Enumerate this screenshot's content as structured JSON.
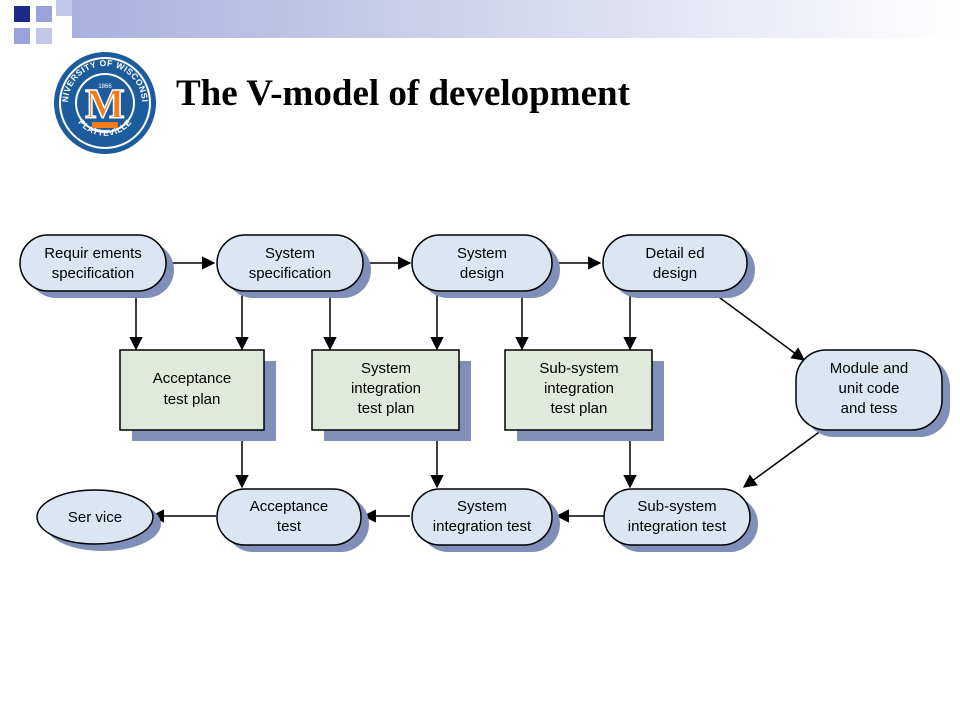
{
  "title": "The V-model of development",
  "logo": {
    "ring_text_top": "UNIVERSITY OF WISCONSIN",
    "ring_text_bottom": "PLATTEVILLE",
    "year": "1866",
    "letter": "M"
  },
  "colors": {
    "rounded_fill": "#dbe6f2",
    "box_fill": "#dfeadd",
    "shadow": "#7f8fb8",
    "accent_square_dark": "#1c2a8a",
    "accent_square_light": "#9aa3d9",
    "logo_blue": "#1d5c9c",
    "logo_orange": "#f07c1a"
  },
  "nodes": {
    "req_spec": [
      "Requir ements",
      "specification"
    ],
    "sys_spec": [
      "System",
      "specification"
    ],
    "sys_design": [
      "System",
      "design"
    ],
    "det_design": [
      "Detail ed",
      "design"
    ],
    "module": [
      "Module and",
      "unit code",
      "and tess"
    ],
    "acc_plan": [
      "Acceptance",
      "test plan"
    ],
    "sit_plan": [
      "System",
      "integration",
      "test plan"
    ],
    "ssit_plan": [
      "Sub-system",
      "integration",
      "test plan"
    ],
    "service": [
      "Ser vice"
    ],
    "acc_test": [
      "Acceptance",
      "test"
    ],
    "sit_test": [
      "System",
      "integration test"
    ],
    "ssit_test": [
      "Sub-system",
      "integration test"
    ]
  }
}
